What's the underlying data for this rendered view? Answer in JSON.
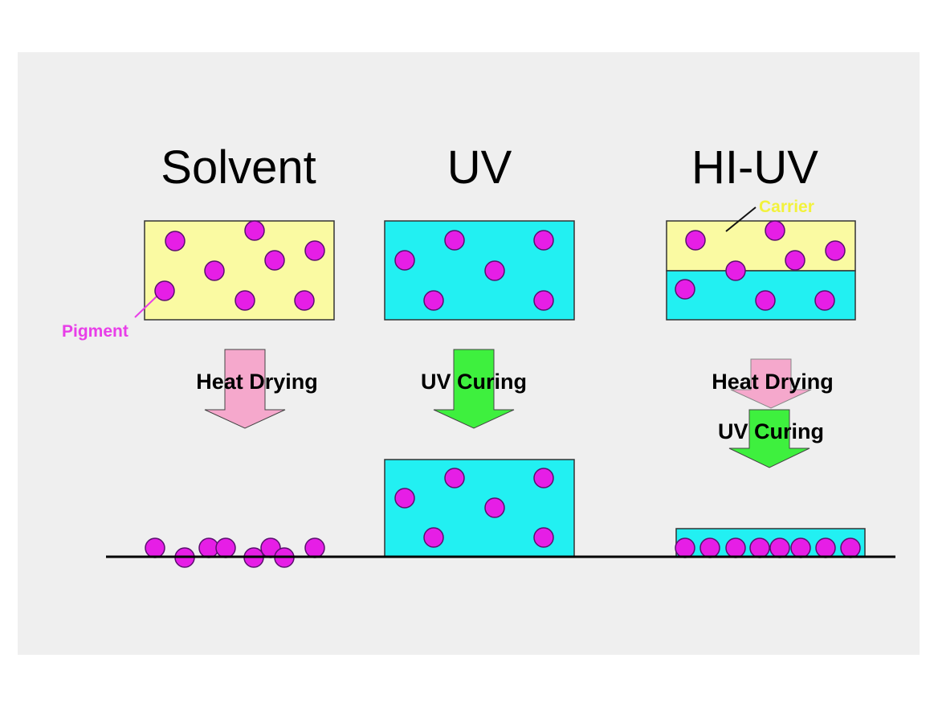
{
  "columns": [
    {
      "title": "Solvent",
      "process": [
        "Heat Drying"
      ]
    },
    {
      "title": "UV",
      "process": [
        "UV Curing"
      ]
    },
    {
      "title": "HI-UV",
      "process": [
        "Heat Drying",
        "UV Curing"
      ]
    }
  ],
  "labels": {
    "pigment": "Pigment",
    "carrier": "Carrier"
  },
  "colors": {
    "background": "#efefef",
    "solvent_carrier": "#fafaa2",
    "uv_resin": "#22f0f2",
    "pigment": "#e61ee6",
    "pigment_stroke": "#5a0f6e",
    "heat_arrow": "#f5a8cc",
    "uv_arrow": "#3ef03e"
  }
}
